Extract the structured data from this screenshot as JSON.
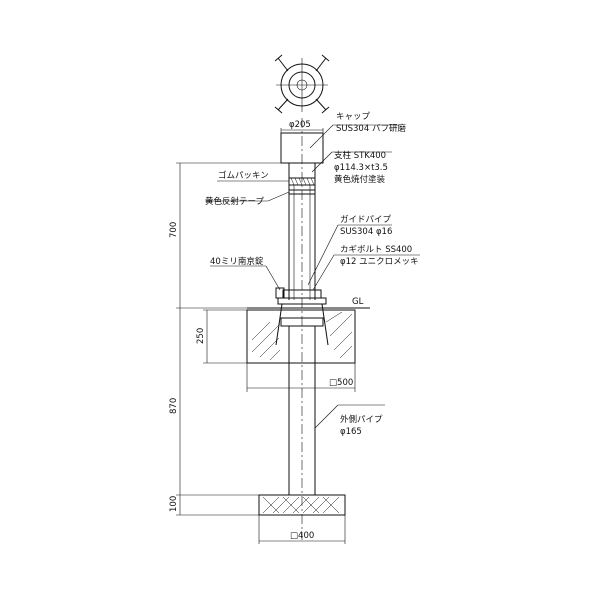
{
  "labels": {
    "cap_title": "キャップ",
    "cap_spec": "SUS304 バフ研磨",
    "cap_dia": "φ205",
    "post_title": "支柱 STK400",
    "post_dim": "φ114.3×t3.5",
    "post_paint": "黄色焼付塗装",
    "rubber": "ゴムパッキン",
    "tape": "黄色反射テープ",
    "guide_title": "ガイドパイプ",
    "guide_spec": "SUS304 φ16",
    "bolt_title": "カギボルト SS400",
    "bolt_spec": "φ12 ユニクロメッキ",
    "lock": "40ミリ南京錠",
    "gl": "GL",
    "outer_title": "外側パイプ",
    "outer_dia": "φ165"
  },
  "dimensions": {
    "h700": "700",
    "h250": "250",
    "h870": "870",
    "h100": "100",
    "w500": "□500",
    "w400": "□400"
  }
}
